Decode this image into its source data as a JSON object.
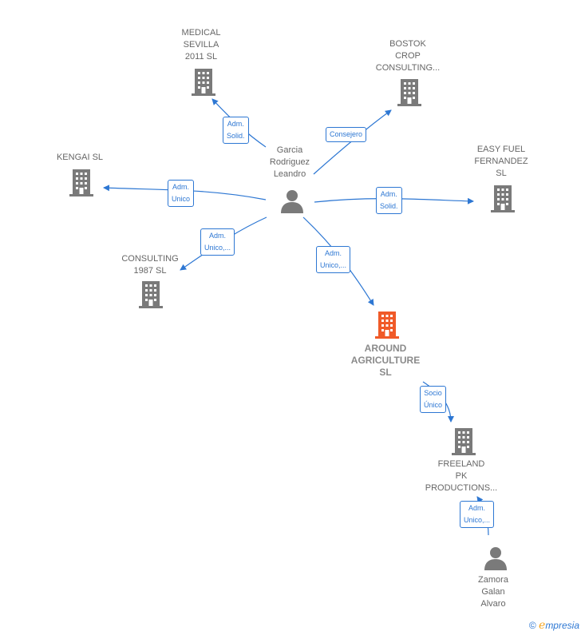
{
  "colors": {
    "edge": "#2d77d3",
    "company": "#7a7a7a",
    "main_company": "#f05a28",
    "person": "#7a7a7a"
  },
  "nodes": {
    "garcia": {
      "label": "Garcia\nRodriguez\nLeandro",
      "icon": "person-icon"
    },
    "medical": {
      "label": "MEDICAL\nSEVILLA\n2011 SL",
      "icon": "building-icon"
    },
    "bostok": {
      "label": "BOSTOK\nCROP\nCONSULTING...",
      "icon": "building-icon"
    },
    "kengai": {
      "label": "KENGAI SL",
      "icon": "building-icon"
    },
    "easyfuel": {
      "label": "EASY FUEL\nFERNANDEZ\nSL",
      "icon": "building-icon"
    },
    "consulting1987": {
      "label": "CONSULTING\n1987  SL",
      "icon": "building-icon"
    },
    "around": {
      "label": "AROUND\nAGRICULTURE\nSL",
      "icon": "building-icon"
    },
    "freeland": {
      "label": "FREELAND\nPK\nPRODUCTIONS...",
      "icon": "building-icon"
    },
    "zamora": {
      "label": "Zamora\nGalan\nAlvaro",
      "icon": "person-icon"
    }
  },
  "edges": {
    "to_medical": "Adm.\nSolid.",
    "to_bostok": "Consejero",
    "to_kengai": "Adm.\nUnico",
    "to_easyfuel": "Adm.\nSolid.",
    "to_consulting": "Adm.\nUnico,...",
    "to_around": "Adm.\nUnico,...",
    "around_to_freeland": "Socio\nÚnico",
    "zamora_to_freeland": "Adm.\nUnico,..."
  },
  "footer": {
    "copyright_symbol": "©",
    "brand_initial": "e",
    "brand_rest": "mpresia"
  }
}
